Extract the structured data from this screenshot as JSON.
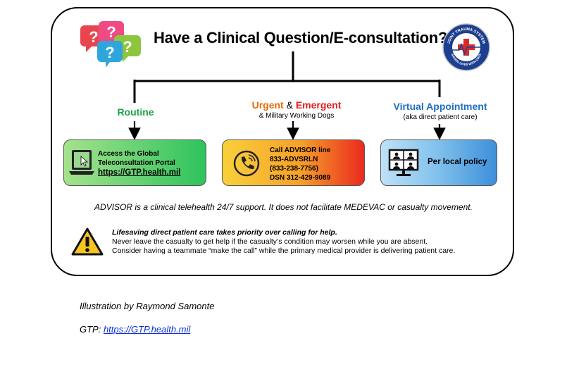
{
  "title": "Have a Clinical Question/E-consultation?",
  "seal": {
    "top_text": "JOINT TRAUMA SYSTEM",
    "bottom_text": "SAVING LIVES WITH DATA"
  },
  "routine": {
    "label": "Routine",
    "box_line1": "Access the Global",
    "box_line2": "Teleconsultation Portal",
    "box_link": "https://GTP.health.mil"
  },
  "urgent": {
    "label_urgent": "Urgent",
    "label_amp": " & ",
    "label_emergent": "Emergent",
    "sub": "& Military Working Dogs",
    "box_line1": "Call ADVISOR line",
    "box_line2": "833-ADVSRLN",
    "box_line3": "(833-238-7756)",
    "box_line4": "DSN 312-429-9089"
  },
  "virtual": {
    "label": "Virtual Appointment",
    "sub": "(aka direct patient care)",
    "box_text": "Per local policy"
  },
  "note": "ADVISOR is a clinical telehealth 24/7 support. It does not facilitate MEDEVAC or casualty movement.",
  "warning": {
    "bold": "Lifesaving direct patient care takes priority over calling for help.",
    "line1": "Never leave the casualty to get help if the casualty’s condition may worsen while you are absent.",
    "line2": "Consider having a teammate “make the call” while the primary medical provider is delivering patient care."
  },
  "credit": "Illustration by Raymond Samonte",
  "gtp_prefix": "GTP: ",
  "gtp_link": "https://GTP.health.mil",
  "colors": {
    "routine": "#19a347",
    "urgent": "#e36c0a",
    "emergent": "#e21e1e",
    "virtual": "#1f6fc2",
    "link": "#0a2fd8"
  }
}
